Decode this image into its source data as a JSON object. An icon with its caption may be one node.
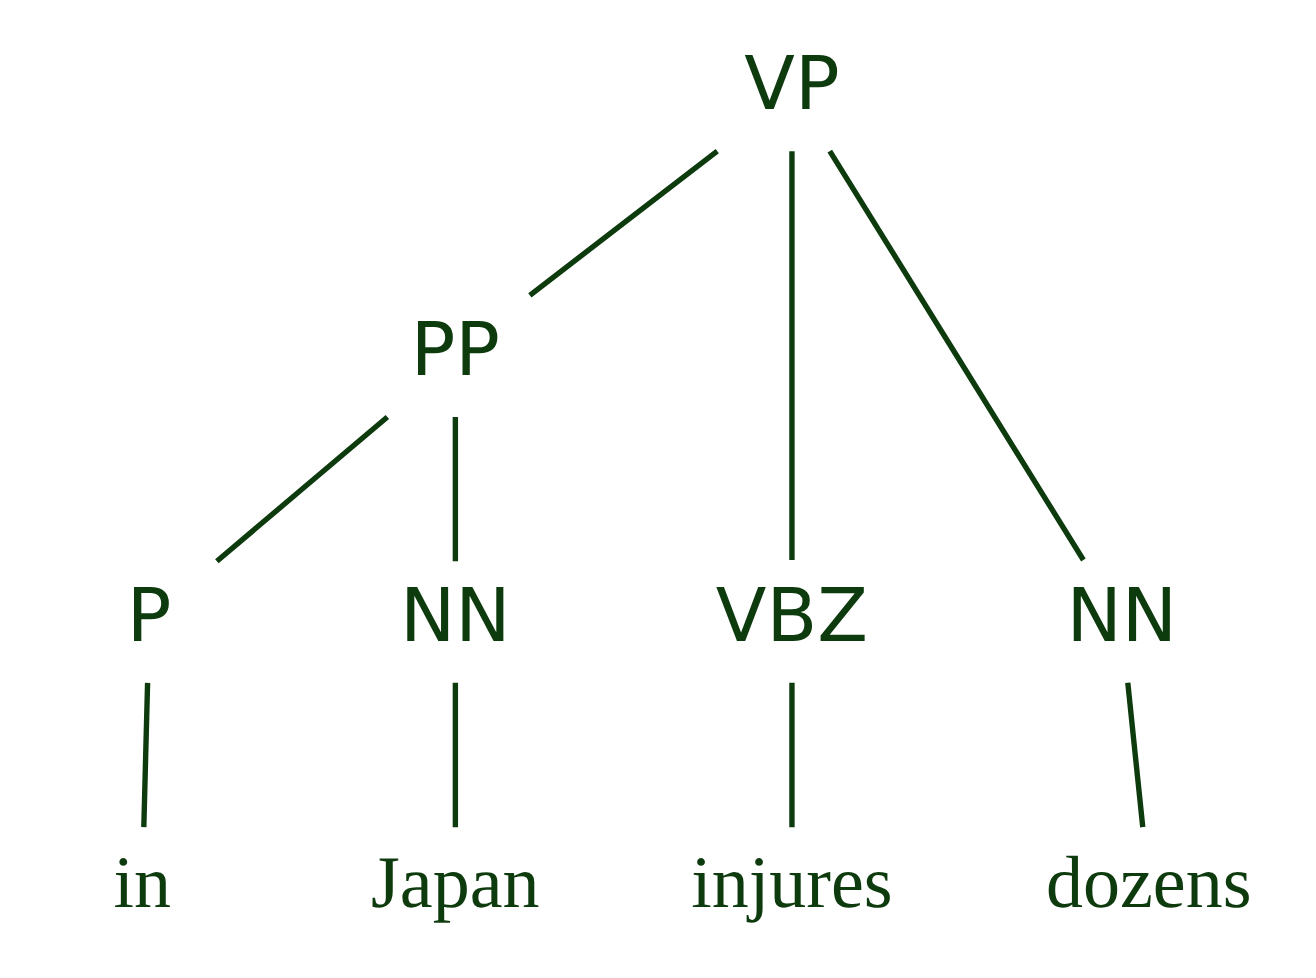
{
  "diagram": {
    "nodes": [
      {
        "text": [
          "VP"
        ]
      },
      {
        "text": [
          "PP"
        ]
      },
      {
        "text": [
          "VBZ"
        ]
      },
      {
        "text": [
          "NN"
        ]
      },
      {
        "text": [
          "P"
        ]
      },
      {
        "text": [
          "NN"
        ]
      },
      {
        "text": [
          "injures"
        ]
      },
      {
        "text": [
          "dozens"
        ]
      },
      {
        "text": [
          "in"
        ]
      },
      {
        "text": [
          "Japan"
        ]
      }
    ],
    "edges": [
      {
        "from": 0,
        "to": 2,
        "arrow": "none"
      },
      {
        "from": 0,
        "to": 3,
        "arrow": "none"
      },
      {
        "from": 0,
        "to": 1,
        "arrow": "none"
      },
      {
        "from": 1,
        "to": 4,
        "arrow": "none"
      },
      {
        "from": 1,
        "to": 5,
        "arrow": "none"
      },
      {
        "from": 2,
        "to": 6,
        "arrow": "none"
      },
      {
        "from": 3,
        "to": 7,
        "arrow": "none"
      },
      {
        "from": 4,
        "to": 8,
        "arrow": "none"
      },
      {
        "from": 5,
        "to": 9,
        "arrow": "none"
      }
    ]
  }
}
